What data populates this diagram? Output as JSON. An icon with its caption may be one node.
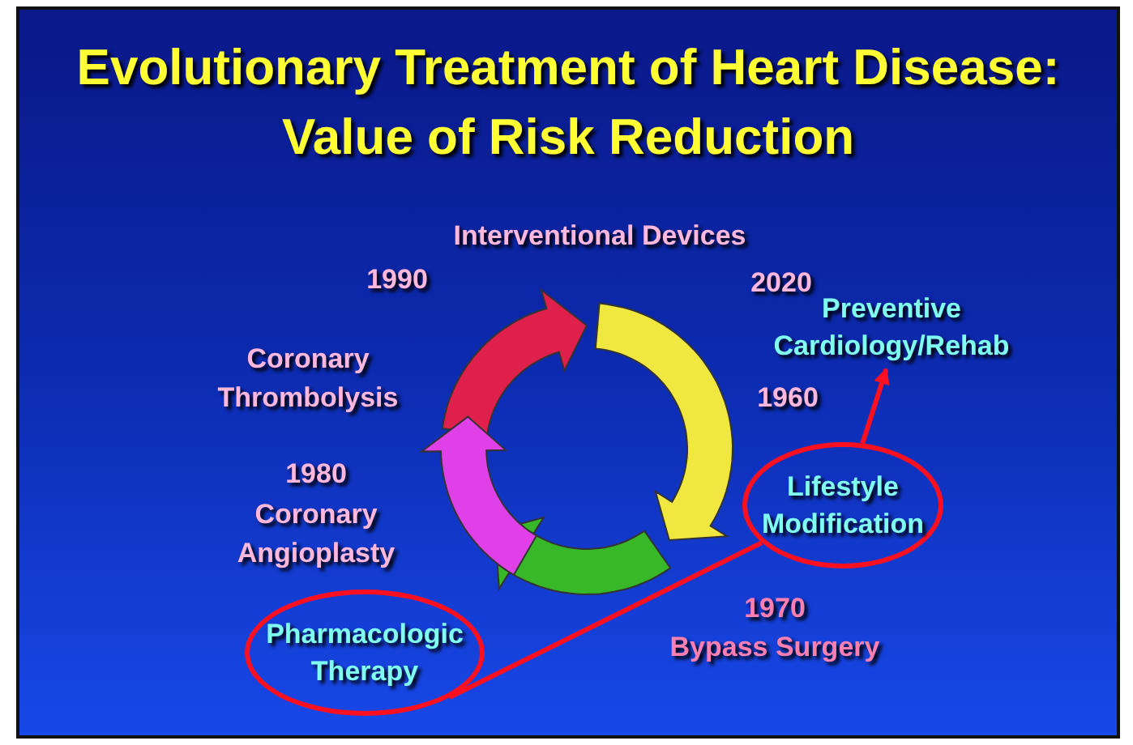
{
  "diagram": {
    "title": "Evolutionary Treatment of Heart Disease: Value of Risk Reduction",
    "nodes": [
      {
        "text": [
          "Preventive Cardiology/Rehab"
        ]
      },
      {
        "text": [
          "Lifestyle Modification"
        ]
      },
      {
        "text": [
          "Pharmacologic Therapy"
        ]
      }
    ],
    "edges": [
      {
        "from": 2,
        "to": 1,
        "arrow": "none"
      },
      {
        "from": 1,
        "to": 0,
        "arrow": "to"
      }
    ],
    "labels": [
      "Interventional Devices",
      "1990",
      "2020",
      "Coronary Thrombolysis",
      "1960",
      "1980",
      "Coronary Angioplasty",
      "1970",
      "Bypass Surgery"
    ]
  }
}
